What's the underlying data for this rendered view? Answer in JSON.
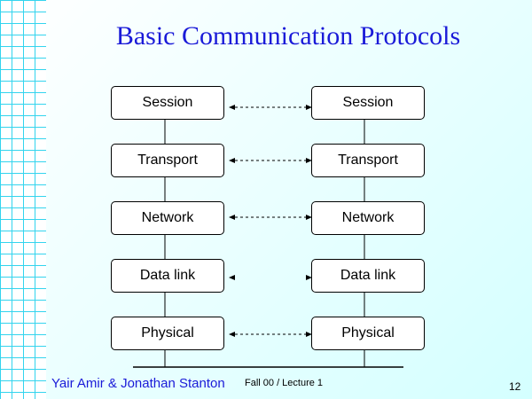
{
  "slide": {
    "title": "Basic Communication Protocols",
    "footer_author": "Yair Amir & Jonathan Stanton",
    "footer_course": "Fall 00 / Lecture 1",
    "page_number": "12"
  },
  "left_stack": [
    "Session",
    "Transport",
    "Network",
    "Data link",
    "Physical"
  ],
  "right_stack": [
    "Session",
    "Transport",
    "Network",
    "Data link",
    "Physical"
  ],
  "colors": {
    "title": "#1a1ad8",
    "grid": "#33d4ee",
    "background": "#d4ffff"
  }
}
